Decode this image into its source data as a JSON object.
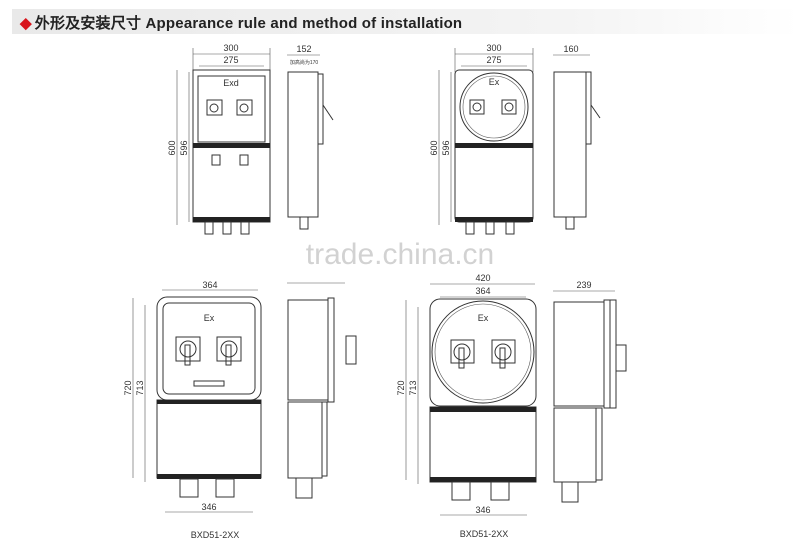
{
  "header": {
    "bullet": "◆",
    "title": "外形及安装尺寸 Appearance rule and method of installation",
    "accent": "#d8141b"
  },
  "watermark": "trade.china.cn",
  "drawings": [
    {
      "front": {
        "width_outer": "300",
        "width_inner": "275",
        "height_outer": "600",
        "height_inner": "596",
        "marking": "Exd"
      },
      "side": {
        "depth": "152",
        "note": "加高尚为170"
      }
    },
    {
      "front": {
        "width_outer": "300",
        "width_inner": "275",
        "height_outer": "600",
        "height_inner": "596",
        "marking": "Ex"
      },
      "side": {
        "depth": "160"
      }
    },
    {
      "front": {
        "width_inner": "364",
        "height_outer": "720",
        "height_inner": "713",
        "mount_width": "346",
        "marking": "Ex"
      },
      "model": "BXD51-2XX"
    },
    {
      "front": {
        "width_outer": "420",
        "width_inner": "364",
        "height_outer": "720",
        "height_inner": "713",
        "mount_width": "346",
        "marking": "Ex"
      },
      "side": {
        "depth": "239"
      },
      "model": "BXD51-2XX"
    }
  ]
}
